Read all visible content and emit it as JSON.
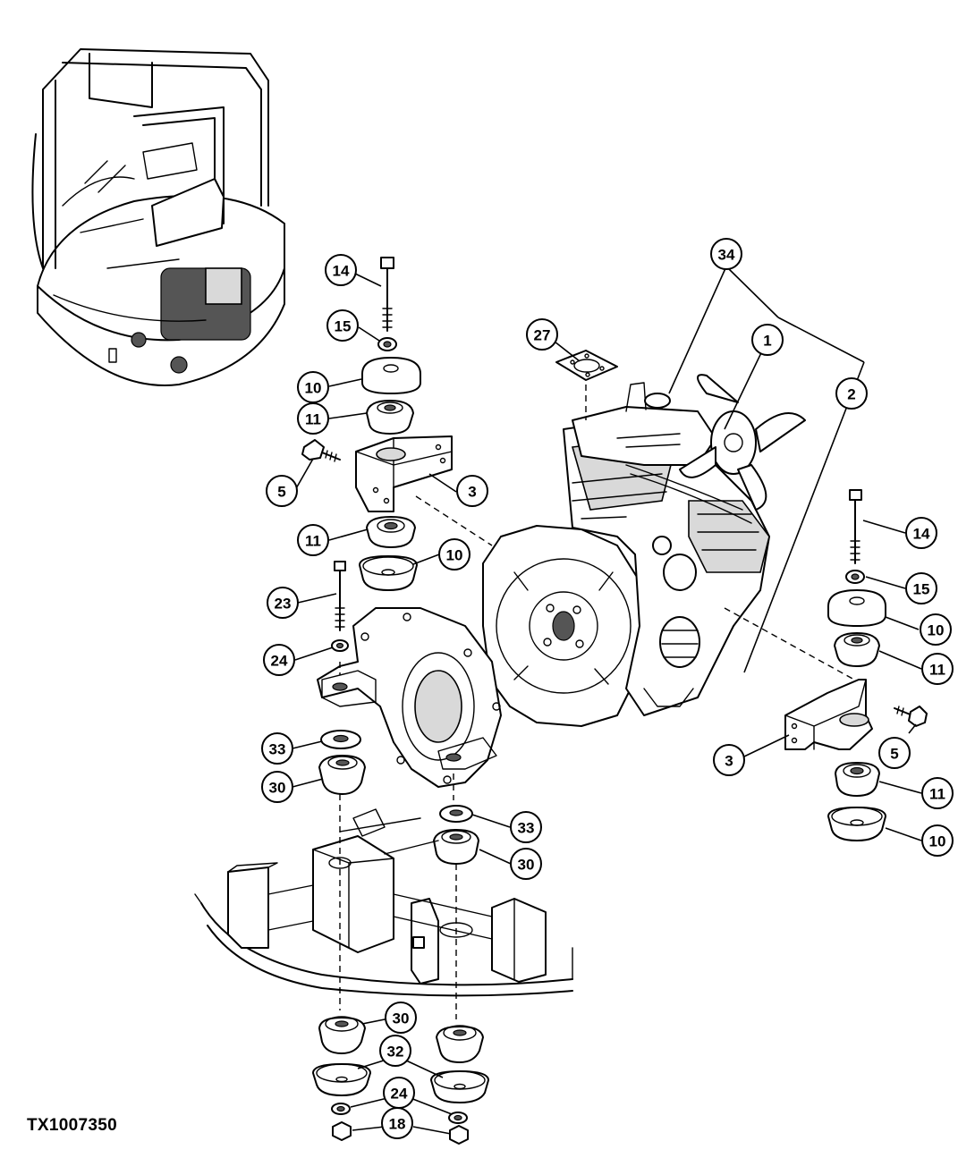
{
  "figure_id": "TX1007350",
  "callouts": [
    {
      "id": "c34",
      "label": "34"
    },
    {
      "id": "c27",
      "label": "27"
    },
    {
      "id": "c1",
      "label": "1"
    },
    {
      "id": "c2",
      "label": "2"
    },
    {
      "id": "c14a",
      "label": "14"
    },
    {
      "id": "c15a",
      "label": "15"
    },
    {
      "id": "c10a",
      "label": "10"
    },
    {
      "id": "c11a",
      "label": "11"
    },
    {
      "id": "c5a",
      "label": "5"
    },
    {
      "id": "c3a",
      "label": "3"
    },
    {
      "id": "c11b",
      "label": "11"
    },
    {
      "id": "c10b",
      "label": "10"
    },
    {
      "id": "c23",
      "label": "23"
    },
    {
      "id": "c24a",
      "label": "24"
    },
    {
      "id": "c33a",
      "label": "33"
    },
    {
      "id": "c30a",
      "label": "30"
    },
    {
      "id": "c33b",
      "label": "33"
    },
    {
      "id": "c30b",
      "label": "30"
    },
    {
      "id": "c14b",
      "label": "14"
    },
    {
      "id": "c15b",
      "label": "15"
    },
    {
      "id": "c10c",
      "label": "10"
    },
    {
      "id": "c11c",
      "label": "11"
    },
    {
      "id": "c5b",
      "label": "5"
    },
    {
      "id": "c3b",
      "label": "3"
    },
    {
      "id": "c11d",
      "label": "11"
    },
    {
      "id": "c10d",
      "label": "10"
    },
    {
      "id": "c30c",
      "label": "30"
    },
    {
      "id": "c32",
      "label": "32"
    },
    {
      "id": "c24b",
      "label": "24"
    },
    {
      "id": "c18",
      "label": "18"
    }
  ]
}
